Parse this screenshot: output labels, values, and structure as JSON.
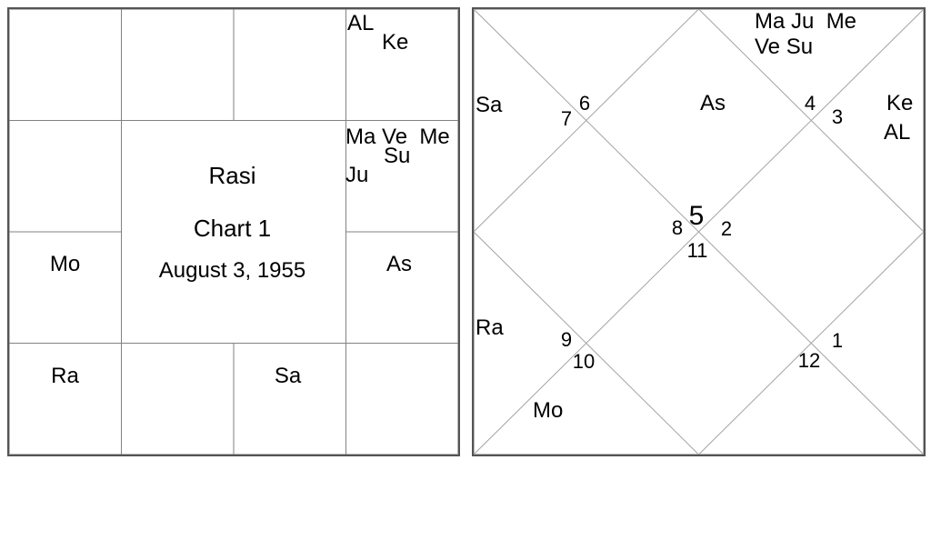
{
  "south_chart": {
    "style_name": "South Indian Rasi chart",
    "center": {
      "title": "Rasi",
      "subtitle": "Chart 1",
      "date": "August 3, 1955"
    },
    "placements": {
      "al": "AL",
      "ke": "Ke",
      "ma_ve_me": "Ma Ve  Me",
      "su": "Su",
      "ju": "Ju",
      "as": "As",
      "mo": "Mo",
      "ra": "Ra",
      "sa": "Sa"
    }
  },
  "north_chart": {
    "style_name": "North Indian Rasi chart",
    "placements": {
      "top_line1": "Ma Ju  Me",
      "top_line2": "Ve Su",
      "sa": "Sa",
      "as": "As",
      "ke": "Ke",
      "al": "AL",
      "ra": "Ra",
      "mo": "Mo"
    },
    "house_numbers": {
      "n1": "1",
      "n2": "2",
      "n3": "3",
      "n4": "4",
      "n5": "5",
      "n6": "6",
      "n7": "7",
      "n8": "8",
      "n9": "9",
      "n10": "10",
      "n11": "11",
      "n12": "12"
    }
  },
  "colors": {
    "outer_border": "#545454",
    "south_grid_line": "#828282",
    "north_diagonal_line": "#a3a3a3",
    "text": "#000000",
    "background": "#ffffff"
  }
}
